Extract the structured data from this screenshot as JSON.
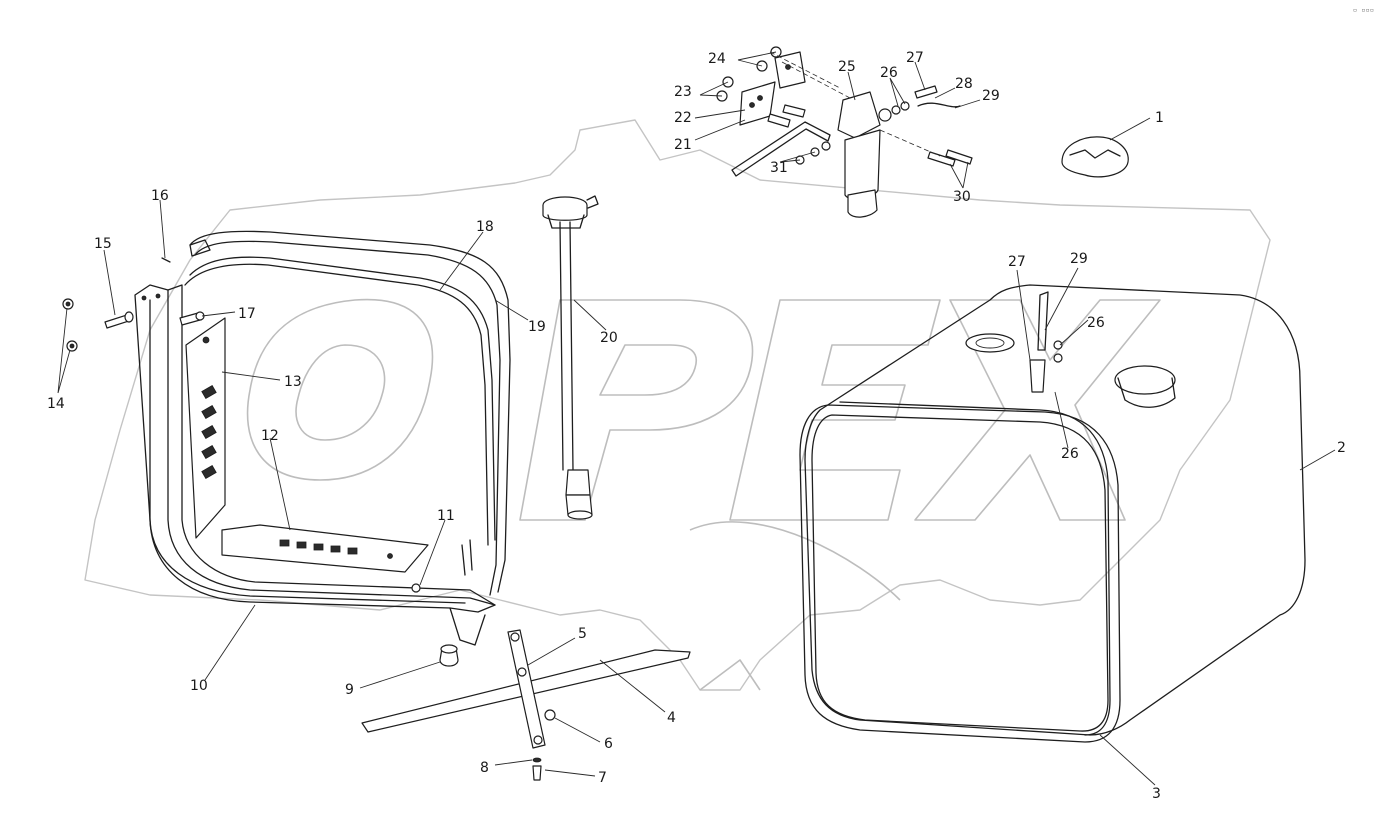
{
  "watermark_text": "OPEX",
  "corner_mark": "▫ ▫▫▫",
  "callouts": [
    "1",
    "2",
    "3",
    "4",
    "5",
    "6",
    "7",
    "8",
    "9",
    "10",
    "11",
    "12",
    "13",
    "14",
    "15",
    "16",
    "17",
    "18",
    "19",
    "20",
    "21",
    "22",
    "23",
    "24",
    "25",
    "26",
    "26",
    "26",
    "27",
    "27",
    "28",
    "29",
    "29",
    "30",
    "31"
  ],
  "colors": {
    "line": "#1e1e1e",
    "watermark": "#bdbdbd",
    "background": "#ffffff"
  }
}
